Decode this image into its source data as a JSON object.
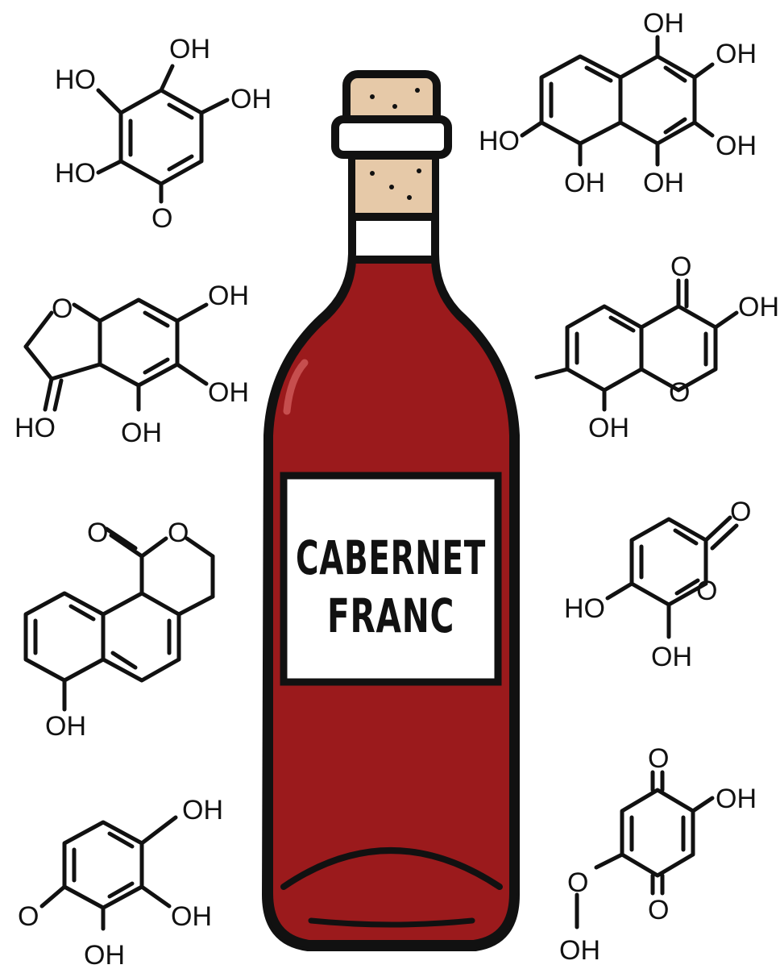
{
  "bottle": {
    "label_line1": "CABERNET",
    "label_line2": "FRANC",
    "wine_color": "#9b1a1c",
    "cork_color": "#e6c9a8",
    "outline_color": "#111111"
  },
  "molecules": {
    "m1": {
      "oh_top": "OH",
      "ho_left": "HO",
      "oh_right": "OH",
      "ho_low": "HO",
      "o_bottom": "O"
    },
    "m2": {
      "oh_top": "OH",
      "oh_right": "OH",
      "ho_left": "HO",
      "oh_right2": "OH",
      "oh_b1": "OH",
      "oh_b2": "OH"
    },
    "m3": {
      "o_ring": "O",
      "oh_top": "OH",
      "oh_right": "OH",
      "ho": "HO",
      "oh_bottom": "OH"
    },
    "m4": {
      "o_top": "O",
      "oh_right": "OH",
      "o_ring": "O",
      "oh_bottom": "OH"
    },
    "m5": {
      "o_top": "O",
      "o_ring": "O",
      "oh_bottom": "OH"
    },
    "m6": {
      "o_top": "O",
      "o_ring": "O",
      "ho": "HO",
      "oh_bottom": "OH"
    },
    "m7": {
      "oh_top": "OH",
      "o_left": "O",
      "oh_right": "OH",
      "oh_bottom": "OH"
    },
    "m8": {
      "o_top": "O",
      "oh_right": "OH",
      "o_left": "O",
      "o_bottom": "O",
      "oh_bottom": "OH"
    }
  }
}
